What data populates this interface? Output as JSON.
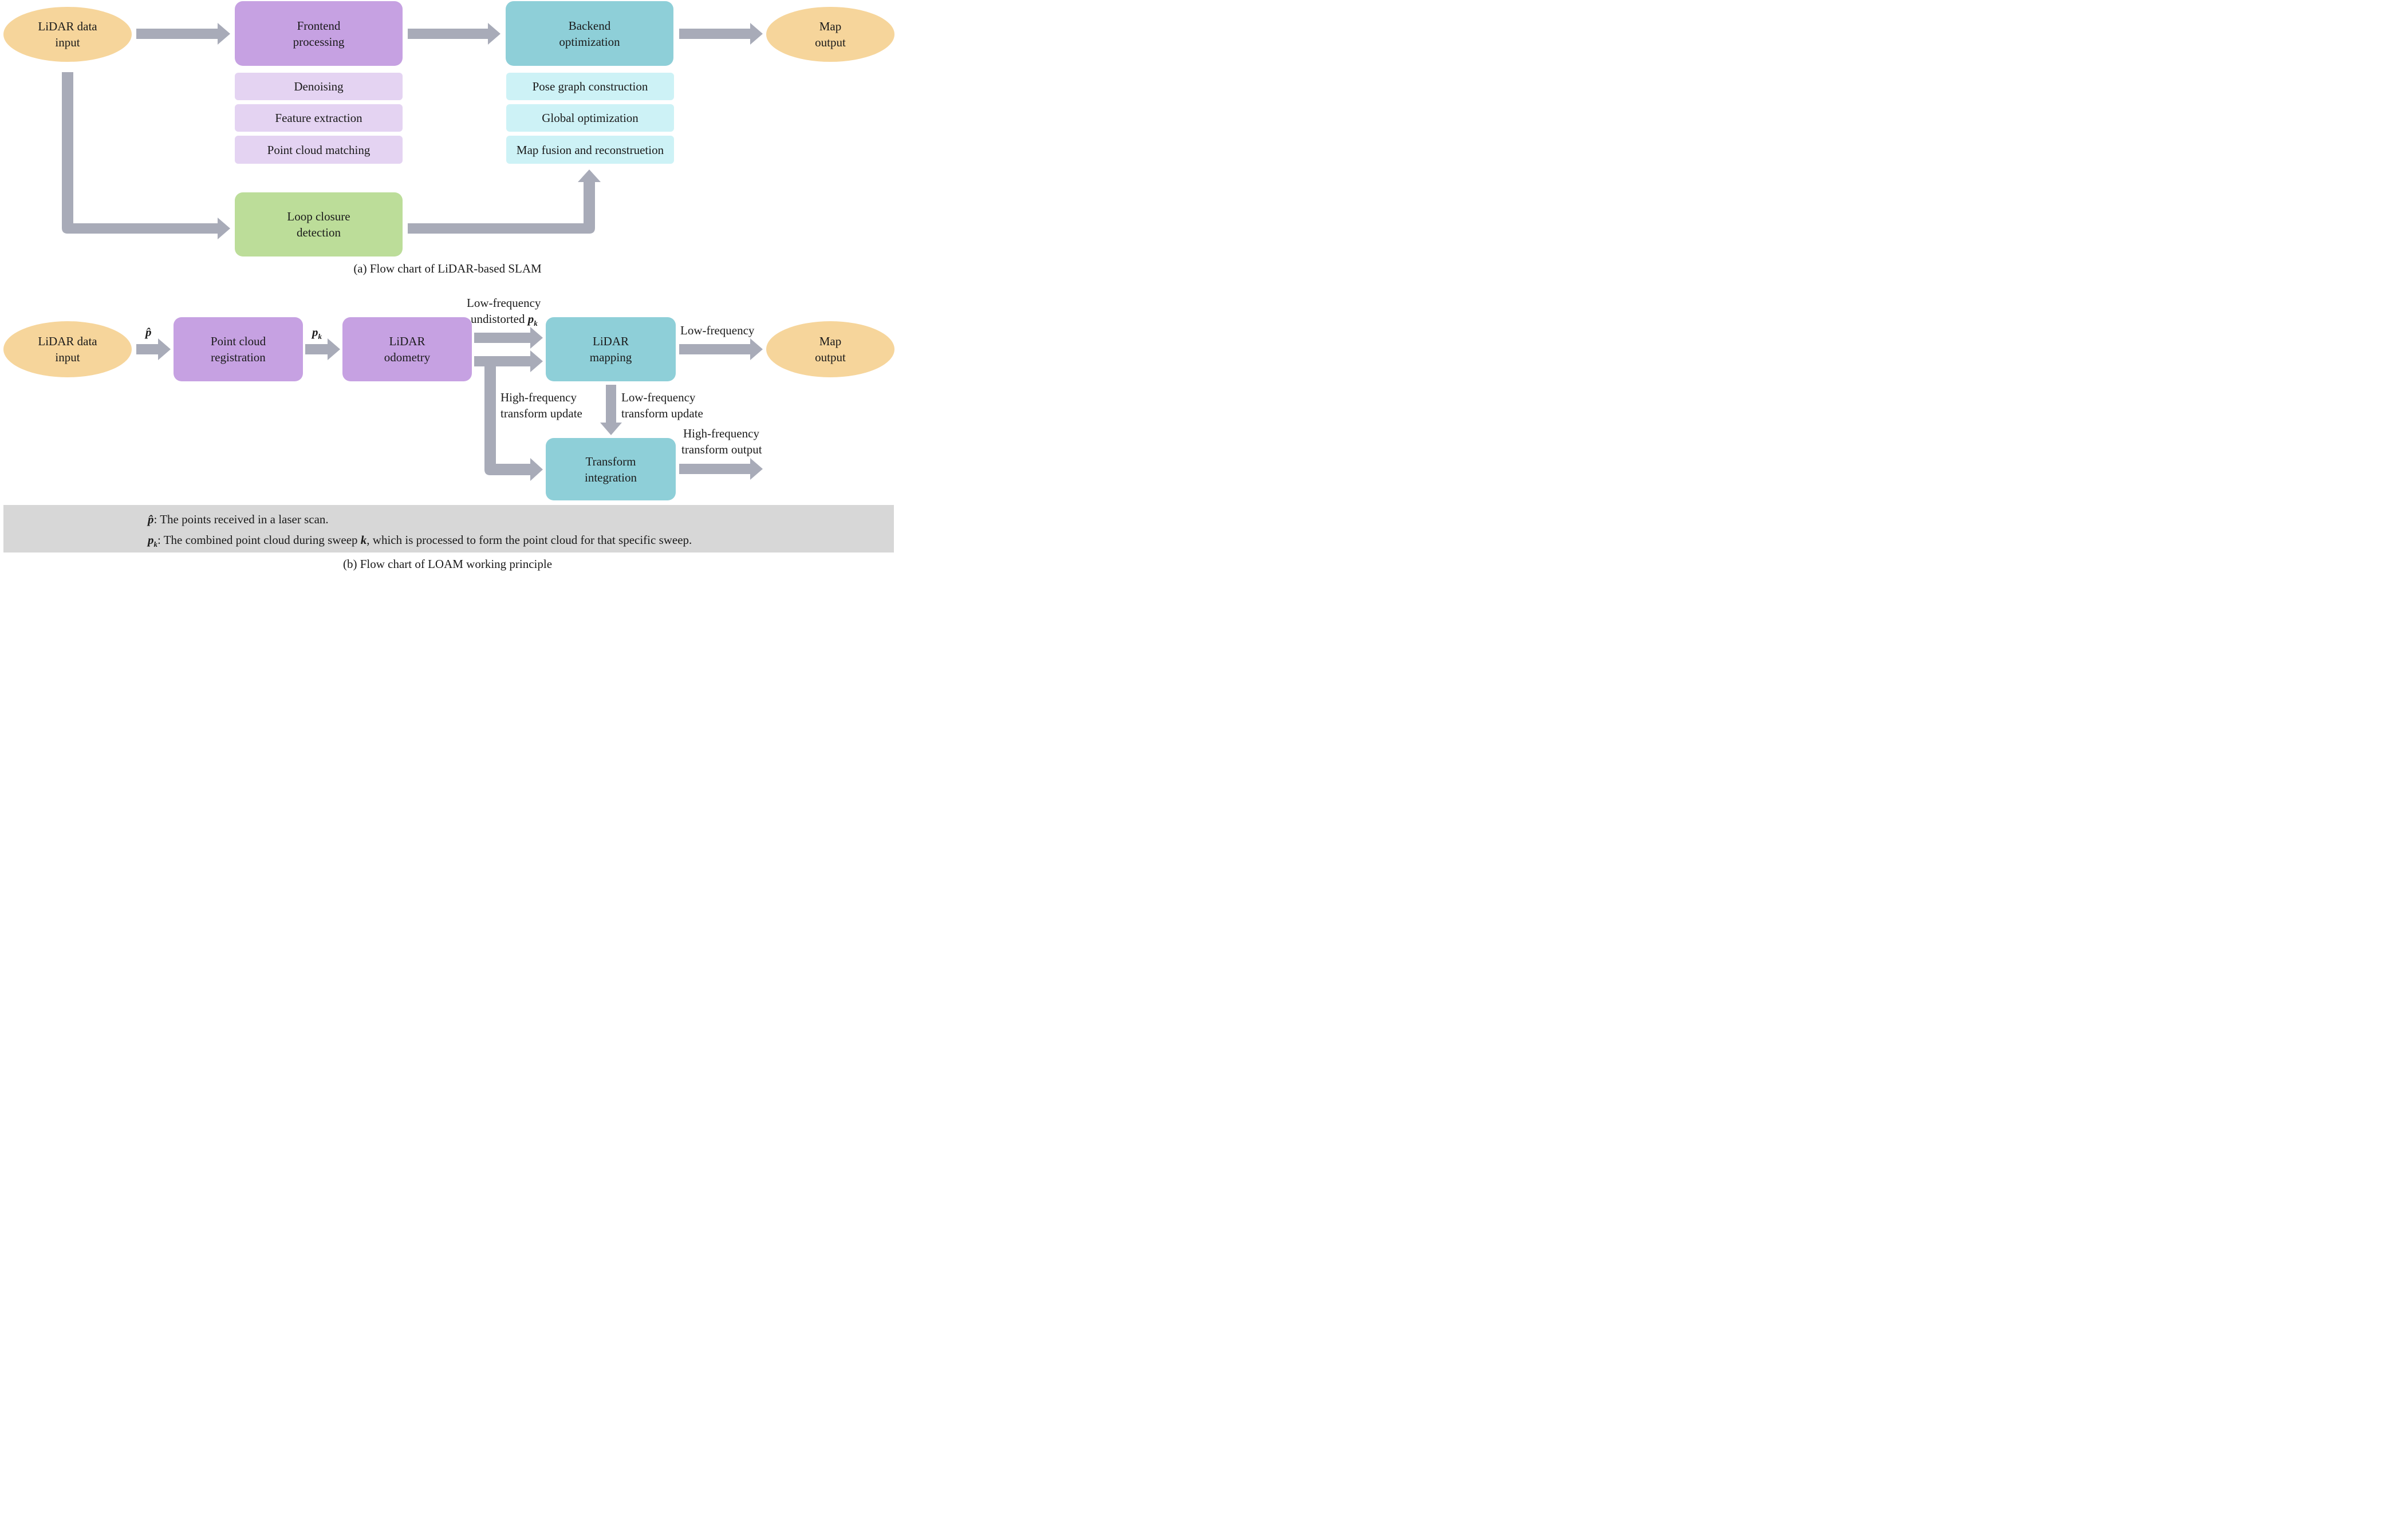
{
  "colors": {
    "input_output": "#f6d59b",
    "frontend": "#c6a1e2",
    "frontend_sub": "#e4d3f2",
    "backend": "#8ecfd8",
    "backend_sub": "#cdf2f6",
    "loop": "#bcdd99",
    "arrow": "#a8abb8",
    "legend_bg": "#d7d7d7"
  },
  "part_a": {
    "input_line1": "LiDAR data",
    "input_line2": "input",
    "frontend_line1": "Frontend",
    "frontend_line2": "processing",
    "frontend_steps": [
      "Denoising",
      "Feature extraction",
      "Point cloud matching"
    ],
    "backend_line1": "Backend",
    "backend_line2": "optimization",
    "backend_steps": [
      "Pose graph construction",
      "Global optimization",
      "Map fusion and reconstruetion"
    ],
    "output_line1": "Map",
    "output_line2": "output",
    "loop_line1": "Loop closure",
    "loop_line2": "detection",
    "caption": "(a) Flow chart of LiDAR-based SLAM"
  },
  "part_b": {
    "input_line1": "LiDAR data",
    "input_line2": "input",
    "registration_line1": "Point cloud",
    "registration_line2": "registration",
    "odometry_line1": "LiDAR",
    "odometry_line2": "odometry",
    "mapping_line1": "LiDAR",
    "mapping_line2": "mapping",
    "integration_line1": "Transform",
    "integration_line2": "integration",
    "output_line1": "Map",
    "output_line2": "output",
    "p_hat": "p̂",
    "pk_base": "p",
    "pk_sub": "k",
    "lowfreq_top_line1": "Low-frequency",
    "lowfreq_top_line2": "undistorted",
    "lowfreq_right": "Low-frequency",
    "highfreq_update_line1": "High-frequency",
    "highfreq_update_line2": "transform update",
    "lowfreq_update_line1": "Low-frequency",
    "lowfreq_update_line2": "transform update",
    "highfreq_output_line1": "High-frequency",
    "highfreq_output_line2": "transform output",
    "caption": "(b) Flow chart of LOAM working principle"
  },
  "legend": {
    "p_hat_text": ": The points received in a laser scan.",
    "pk_text_before": ": The combined point cloud during sweep ",
    "k_symbol": "k",
    "pk_text_after": ", which is processed to form the point cloud for that specific sweep."
  }
}
